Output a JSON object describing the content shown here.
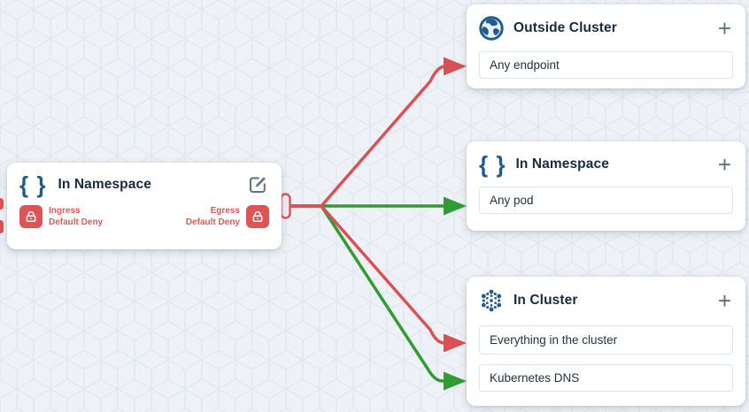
{
  "icons": {
    "braces": "{ }",
    "plus": "+"
  },
  "colors": {
    "canvas_bg": "#eef1f5",
    "pattern_line": "#dde6f0",
    "edge_red": "#d95155",
    "edge_green": "#2f9d33",
    "accent_blue": "#1f5c8f",
    "badge_red": "#de5355"
  },
  "source_node": {
    "title": "In Namespace",
    "ingress": {
      "label": "Ingress",
      "status": "Default Deny"
    },
    "egress": {
      "label": "Egress",
      "status": "Default Deny"
    }
  },
  "destinations": [
    {
      "title": "Outside Cluster",
      "icon": "globe-icon",
      "items": [
        "Any endpoint"
      ]
    },
    {
      "title": "In Namespace",
      "icon": "braces-icon",
      "items": [
        "Any pod"
      ]
    },
    {
      "title": "In Cluster",
      "icon": "cluster-icon",
      "items": [
        "Everything in the cluster",
        "Kubernetes DNS"
      ]
    }
  ],
  "edges": [
    {
      "from": "In Namespace",
      "to": "Any endpoint",
      "color": "#d95155"
    },
    {
      "from": "In Namespace",
      "to": "Any pod",
      "color": "#2f9d33"
    },
    {
      "from": "In Namespace",
      "to": "Everything in the cluster",
      "color": "#d95155"
    },
    {
      "from": "In Namespace",
      "to": "Kubernetes DNS",
      "color": "#2f9d33"
    }
  ]
}
